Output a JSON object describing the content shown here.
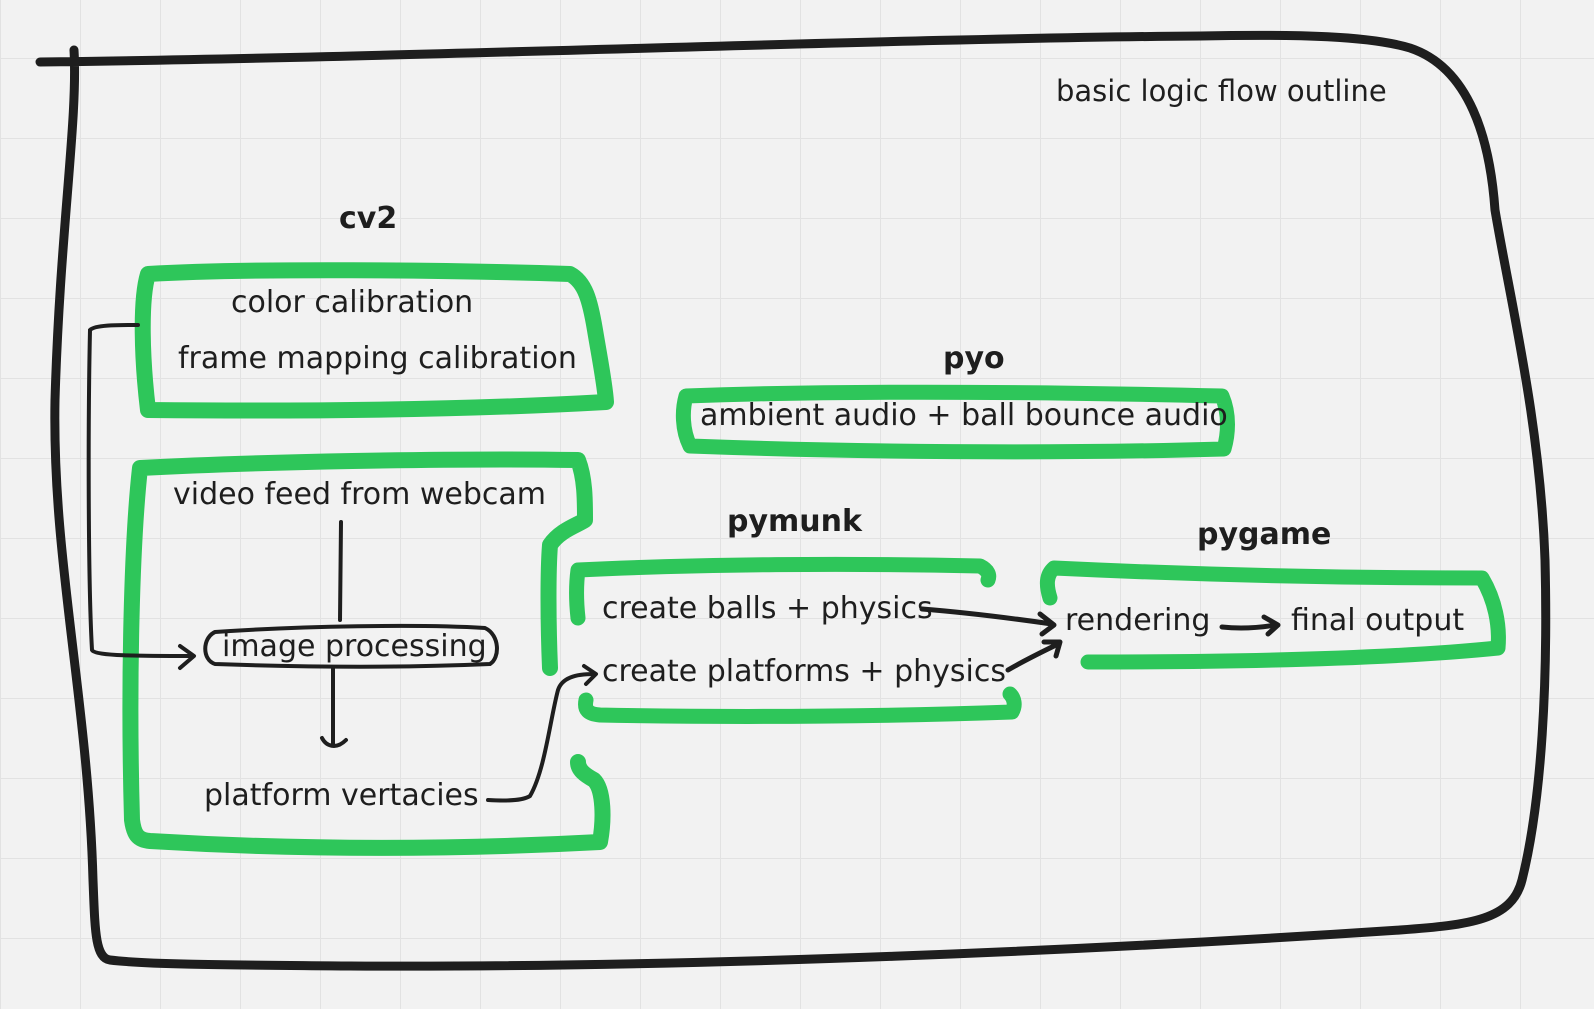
{
  "title": "basic logic flow outline",
  "groups": {
    "cv2": {
      "heading": "cv2",
      "calibration": [
        "color calibration",
        "frame mapping calibration"
      ],
      "video_feed": "video feed from webcam",
      "image_processing": "image processing",
      "platform_vertices": "platform vertacies"
    },
    "pyo": {
      "heading": "pyo",
      "audio": "ambient audio + ball bounce audio"
    },
    "pymunk": {
      "heading": "pymunk",
      "balls": "create balls + physics",
      "platforms": "create platforms + physics"
    },
    "pygame": {
      "heading": "pygame",
      "rendering": "rendering",
      "final_output": "final output"
    }
  },
  "colors": {
    "group_outline": "#2ec65a",
    "ink": "#1e1e1e",
    "background": "#f2f2f2",
    "grid": "#e2e2e2"
  }
}
